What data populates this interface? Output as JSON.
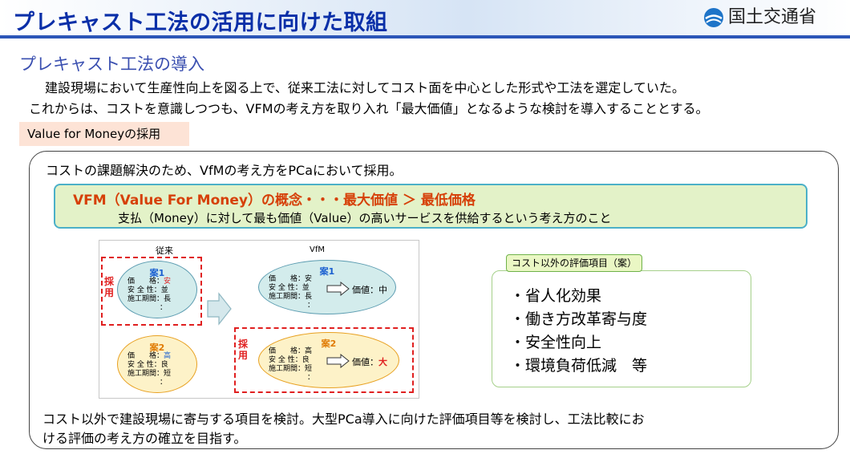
{
  "header": {
    "title": "プレキャスト工法の活用に向けた取組",
    "logo_text": "国土交通省"
  },
  "section_title": "プレキャスト工法の導入",
  "intro_lines": [
    "建設現場において生産性向上を図る上で、従来工法に対してコスト面を中心とした形式や工法を選定していた。",
    "これからは、コストを意識しつつも、VFMの考え方を取り入れ「最大価値」となるような検討を導入することとする。"
  ],
  "vfm_tag": "Value for Moneyの採用",
  "panel": {
    "intro": "コストの課題解決のため、VfMの考え方をPCaにおいて採用。",
    "concept_heading": "VFM（Value For Money）の概念・・・最大価値 ＞ 最低価格",
    "concept_desc": "支払（Money）に対して最も価値（Value）の高いサービスを供給するという考え方のこと",
    "diagram": {
      "left_header": "従来",
      "right_header": "VfM",
      "adopted_label": "採用",
      "plan1": {
        "name": "案1",
        "price": "価　　格：",
        "price_val": "安",
        "safety": "安 全 性：並",
        "period": "施工期間：長",
        "dots": "："
      },
      "plan2": {
        "name": "案2",
        "price": "価　　格：",
        "price_val": "高",
        "safety": "安 全 性：良",
        "period": "施工期間：短",
        "dots": "："
      },
      "vfm_plan1": {
        "name": "案1",
        "price": "価　　格：安",
        "safety": "安 全 性：並",
        "period": "施工期間：長",
        "dots": "：",
        "value_label": "価値：",
        "value": "中"
      },
      "vfm_plan2": {
        "name": "案2",
        "price": "価　　格：高",
        "safety": "安 全 性：良",
        "period": "施工期間：短",
        "dots": "：",
        "value_label": "価値：",
        "value": "大"
      }
    },
    "criteria": {
      "tag": "コスト以外の評価項目（案）",
      "items": [
        "・省人化効果",
        "・働き方改革寄与度",
        "・安全性向上",
        "・環境負荷低減　等"
      ]
    },
    "closing": [
      "コスト以外で建設現場に寄与する項目を検討。大型PCa導入に向けた評価項目等を検討し、工法比較にお",
      "ける評価の考え方の確立を目指す。"
    ]
  },
  "colors": {
    "title_blue": "#0a2fa8",
    "section_blue": "#3a4fb0",
    "accent_red": "#e02020",
    "concept_orange": "#d64008",
    "plan_blue": "#1a5fd0",
    "plan2_orange": "#e07a00"
  }
}
